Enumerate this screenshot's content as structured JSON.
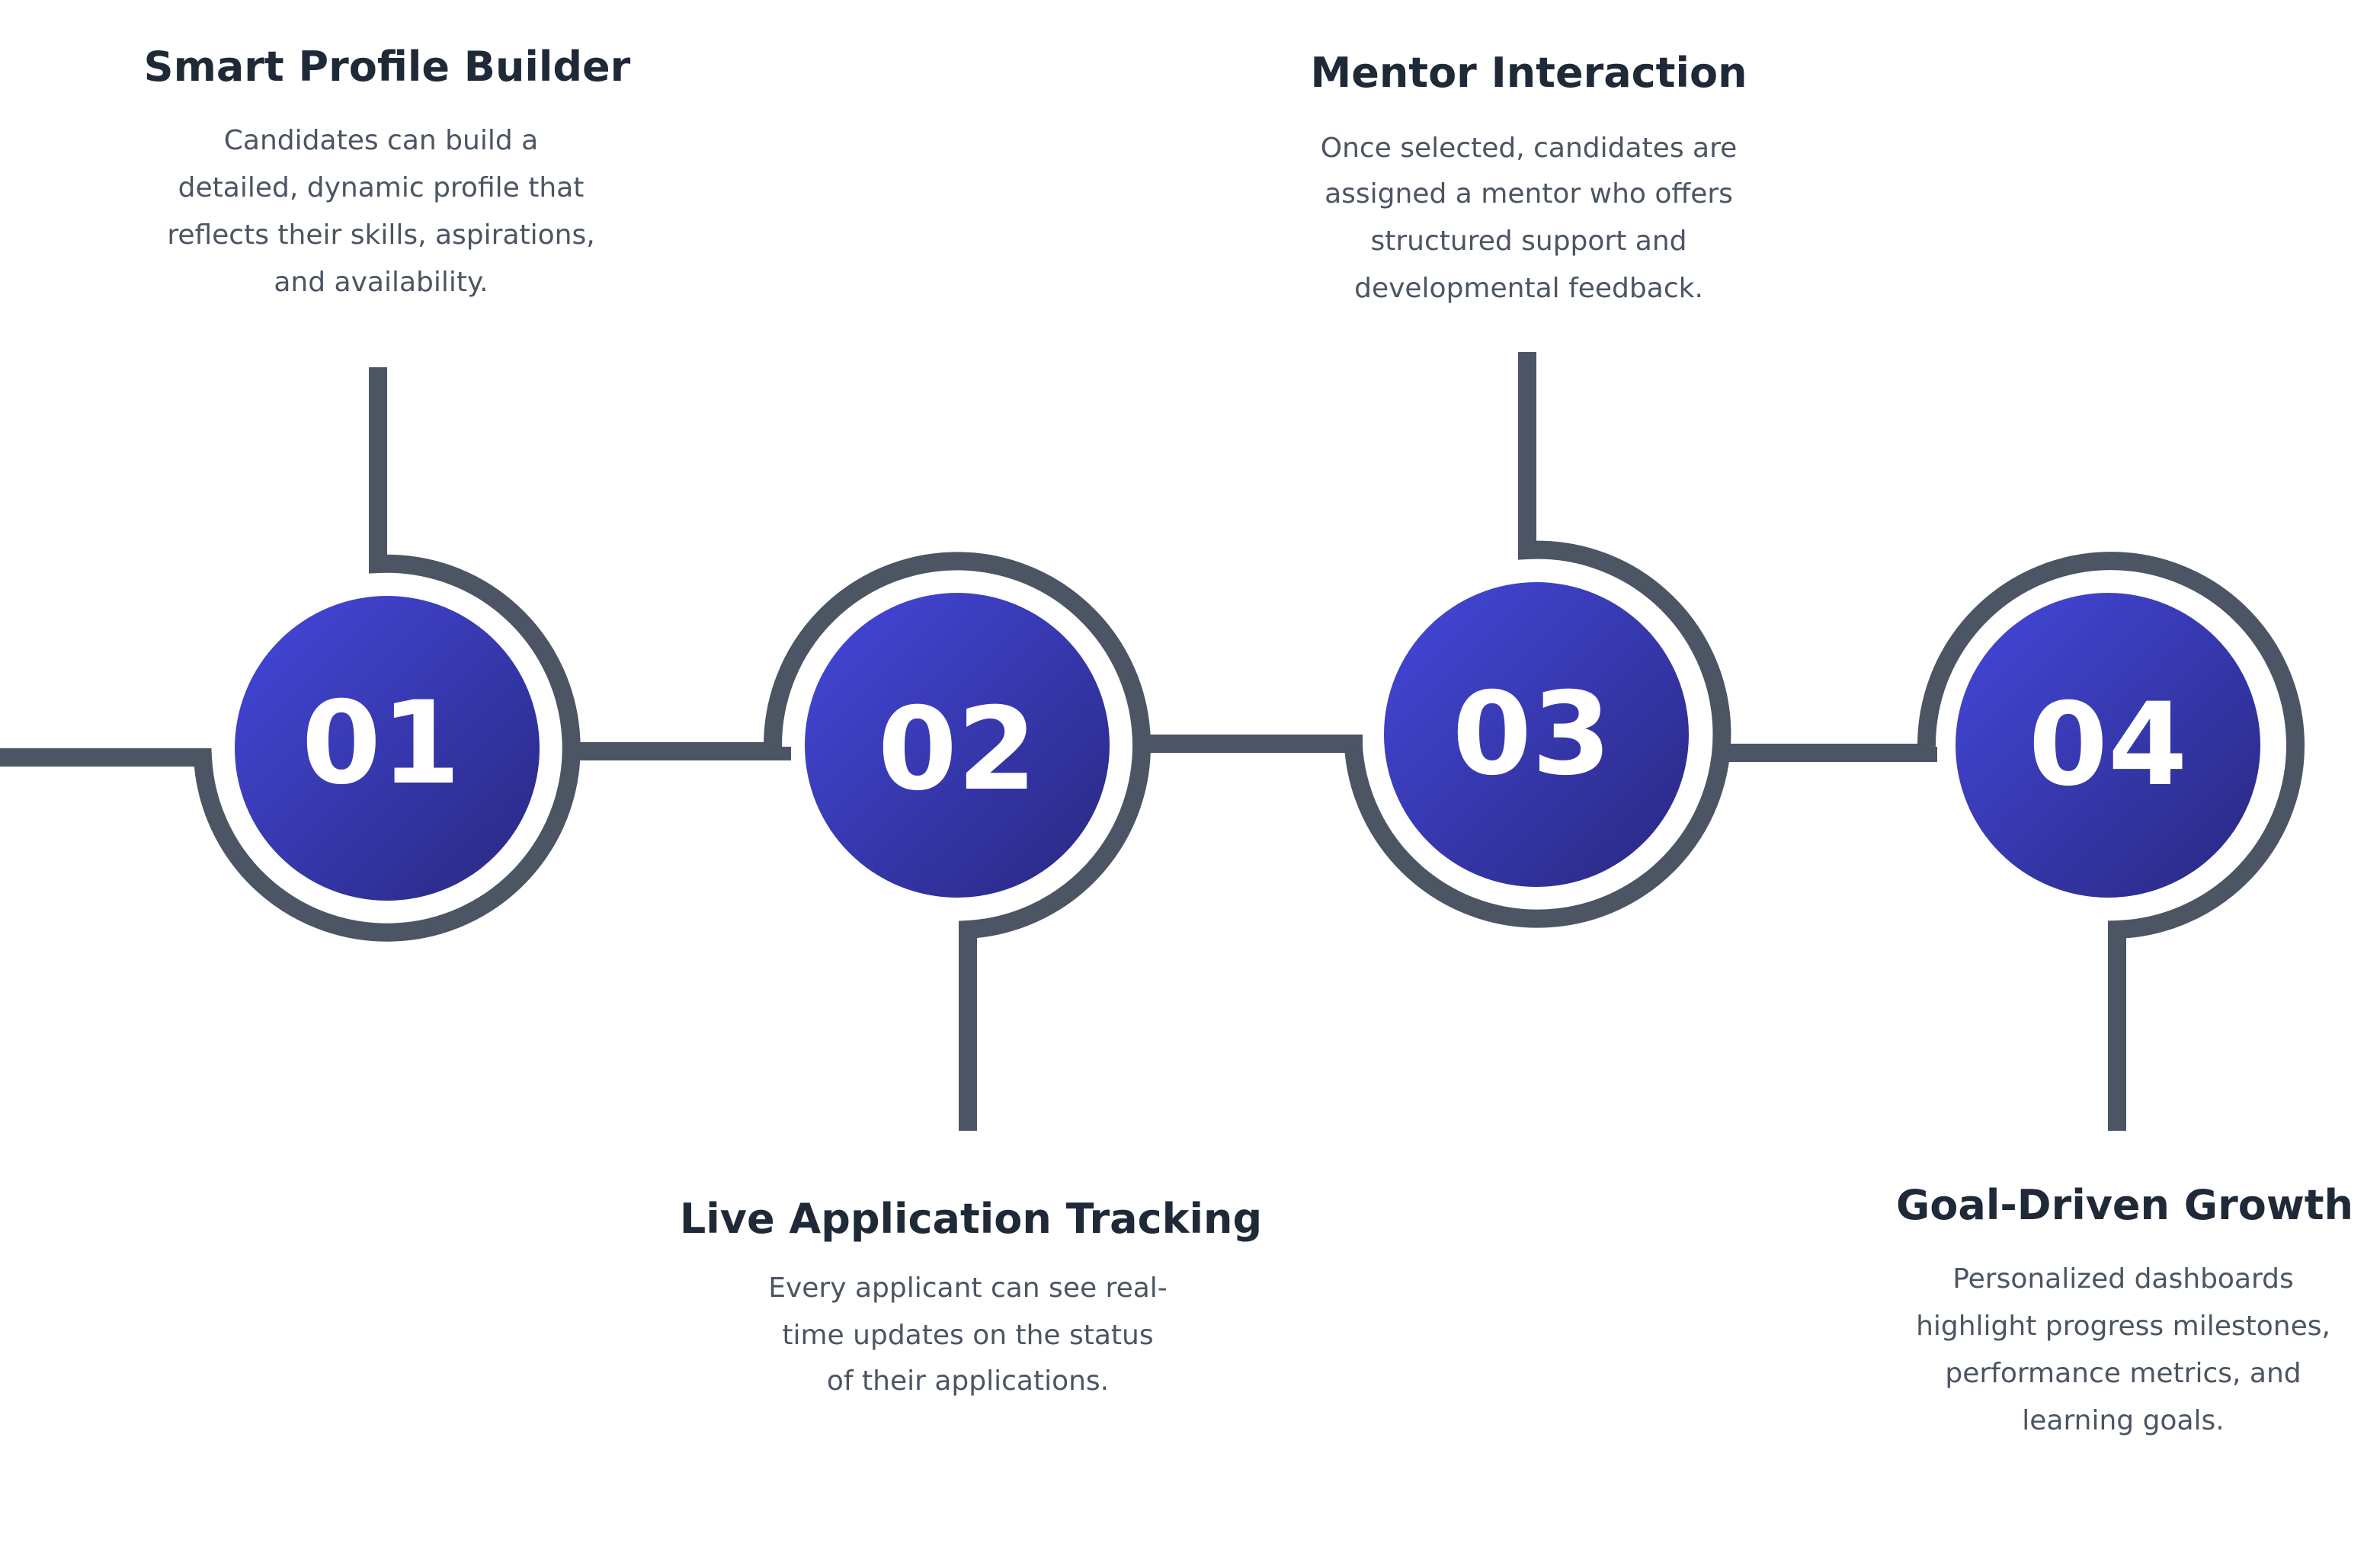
{
  "colors": {
    "connector": "#4b5563",
    "gradient_start": "#4548dd",
    "gradient_end": "#28287f",
    "title": "#1f2937",
    "body": "#4b5563"
  },
  "steps": [
    {
      "number": "01",
      "title": "Smart Profile Builder",
      "lines": [
        "Candidates can build a",
        "detailed, dynamic profile that",
        "reflects their skills, aspirations,",
        "and availability."
      ]
    },
    {
      "number": "02",
      "title": "Live Application Tracking",
      "lines": [
        "Every applicant can see real-",
        "time updates on the status",
        "of their applications."
      ]
    },
    {
      "number": "03",
      "title": "Mentor Interaction",
      "lines": [
        "Once selected, candidates are",
        "assigned a mentor who offers",
        "structured support and",
        "developmental feedback."
      ]
    },
    {
      "number": "04",
      "title": "Goal-Driven Growth",
      "lines": [
        "Personalized dashboards",
        "highlight progress milestones,",
        "performance metrics, and",
        "learning goals."
      ]
    }
  ]
}
